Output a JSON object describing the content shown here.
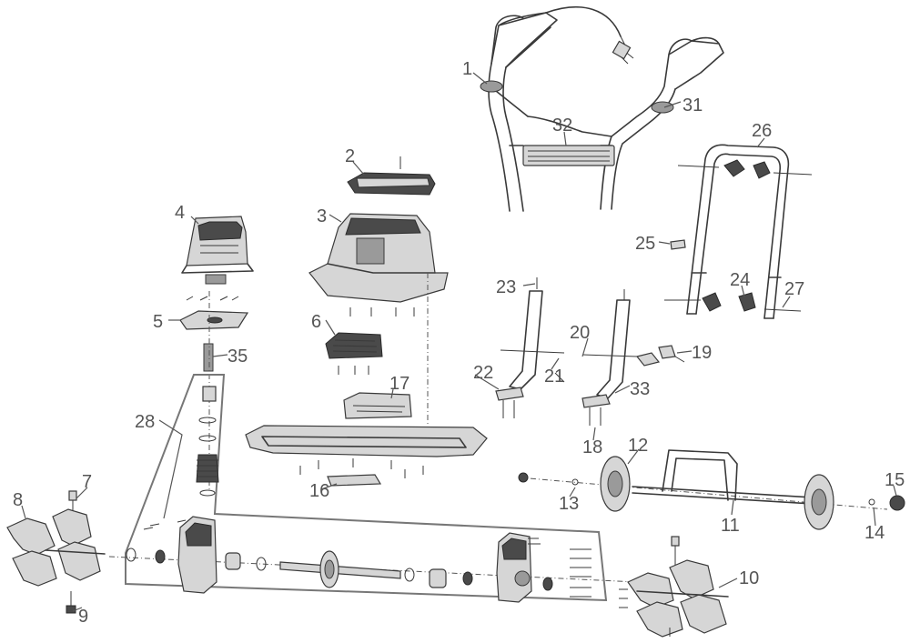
{
  "diagram": {
    "accent_color": "#555555",
    "callouts": {
      "c1": "1",
      "c2": "2",
      "c3": "3",
      "c4": "4",
      "c5": "5",
      "c6": "6",
      "c7": "7",
      "c8": "8",
      "c9": "9",
      "c10": "10",
      "c11": "11",
      "c12": "12",
      "c13": "13",
      "c14": "14",
      "c15": "15",
      "c16": "16",
      "c17": "17",
      "c18": "18",
      "c19": "19",
      "c20": "20",
      "c21": "21",
      "c22": "22",
      "c23": "23",
      "c24": "24",
      "c25": "25",
      "c26": "26",
      "c27": "27",
      "c28": "28",
      "c31": "31",
      "c32": "32",
      "c33": "33",
      "c35": "35"
    }
  }
}
